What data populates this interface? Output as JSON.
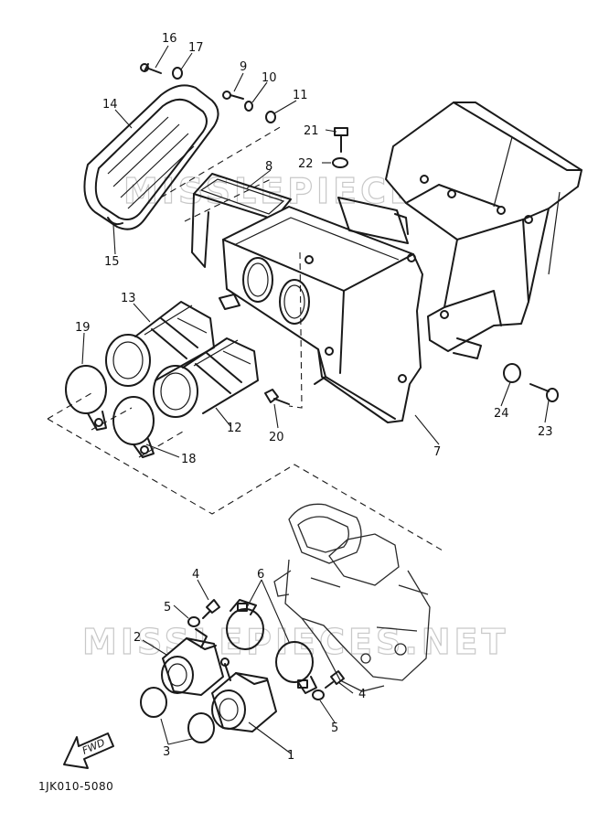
{
  "diagram": {
    "drawing_code": "1JK010-5080",
    "forward_label": "FWD",
    "watermark": "MISSLEPIECES.NET",
    "callouts": {
      "c1": "1",
      "c2": "2",
      "c3": "3",
      "c4a": "4",
      "c4b": "4",
      "c5a": "5",
      "c5b": "5",
      "c6": "6",
      "c7": "7",
      "c8": "8",
      "c9": "9",
      "c10": "10",
      "c11": "11",
      "c12": "12",
      "c13": "13",
      "c14": "14",
      "c15": "15",
      "c16": "16",
      "c17": "17",
      "c18": "18",
      "c19": "19",
      "c20": "20",
      "c21": "21",
      "c22": "22",
      "c23": "23",
      "c24": "24"
    }
  }
}
